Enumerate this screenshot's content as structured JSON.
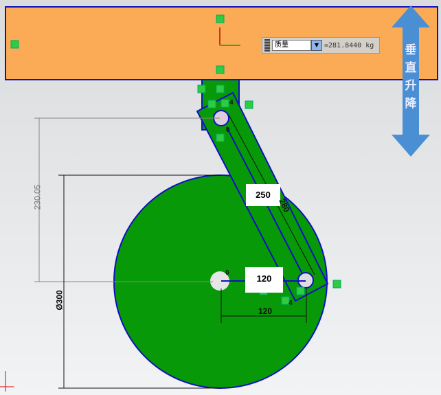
{
  "mass_display": {
    "property": "质量",
    "value": "=281.8440 kg"
  },
  "motion_label": "垂直升降",
  "dimensions": {
    "height": "230.05",
    "diameter": "Ø300",
    "link_length_box": "250",
    "link_length": "280",
    "pivot_offset_box": "120",
    "pivot_offset": "120",
    "relation_parallel_1": "4",
    "relation_parallel_2": "4",
    "origin": "0",
    "origin2": "0"
  },
  "colors": {
    "platform": "#fbab55",
    "part": "#079907",
    "sketch": "#1010c0",
    "arrow": "#4a8fd4"
  }
}
